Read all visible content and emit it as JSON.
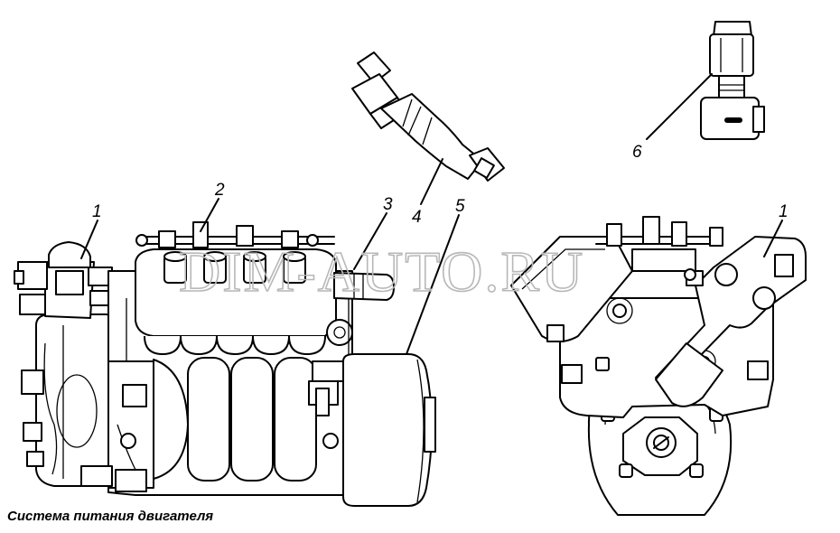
{
  "title": "",
  "caption": "Система питания двигателя",
  "watermark": "DIM-AUTO.RU",
  "callouts": [
    {
      "id": "callout-1-left",
      "text": "1"
    },
    {
      "id": "callout-2",
      "text": "2"
    },
    {
      "id": "callout-3",
      "text": "3"
    },
    {
      "id": "callout-4",
      "text": "4"
    },
    {
      "id": "callout-5",
      "text": "5"
    },
    {
      "id": "callout-6",
      "text": "6"
    },
    {
      "id": "callout-1-right",
      "text": "1"
    }
  ],
  "colors": {
    "ink": "#000000",
    "paper": "#ffffff",
    "watermark": "#b8b8b8"
  }
}
